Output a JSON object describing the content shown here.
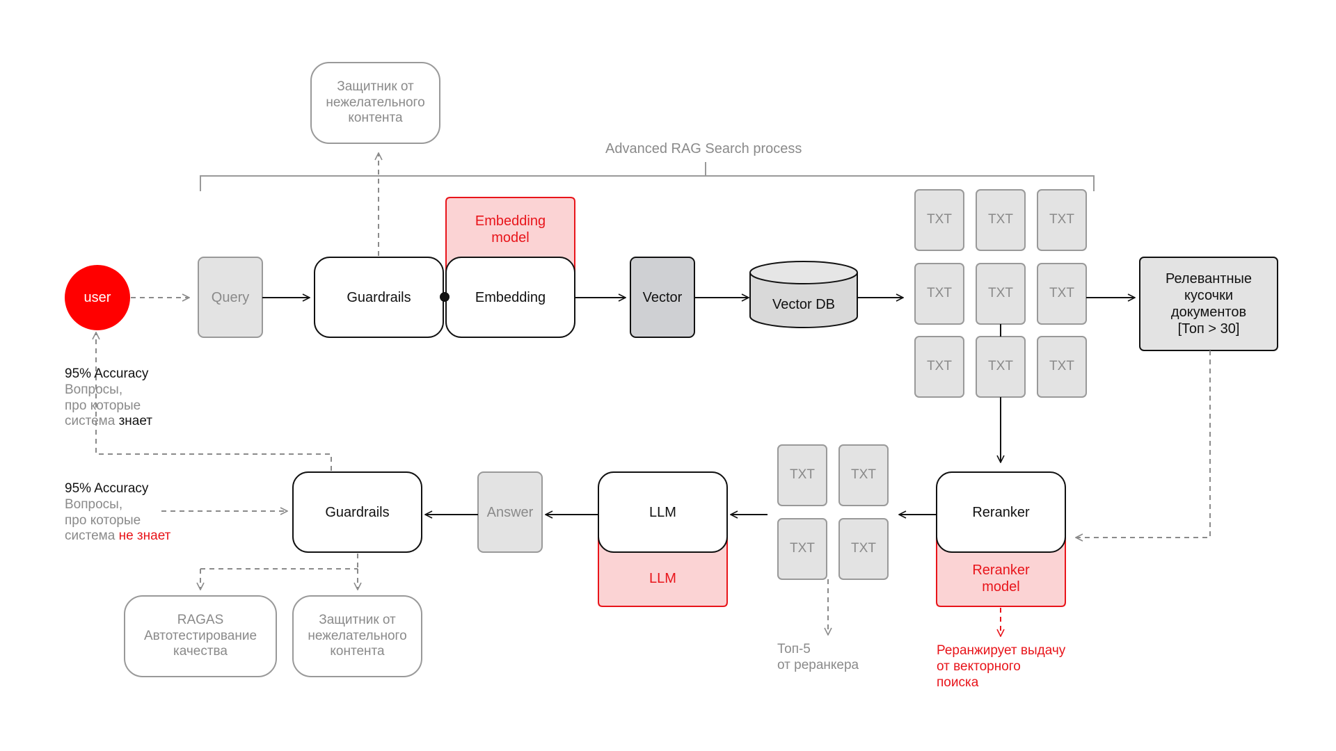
{
  "colors": {
    "accent_red": "#e8141a",
    "pink_fill": "#fbd3d4",
    "gray_fill": "#e3e3e3",
    "dark_gray_fill": "#cfd0d3",
    "stroke_black": "#111111",
    "stroke_gray": "#999999"
  },
  "header": {
    "title": "Advanced RAG Search process"
  },
  "nodes": {
    "user": "user",
    "query": "Query",
    "guardrails_top": "Guardrails",
    "embedding_model": [
      "Embedding",
      "model"
    ],
    "embedding": "Embedding",
    "vector": "Vector",
    "vector_db": "Vector DB",
    "defender_top": [
      "Защитник от",
      "нежелательного",
      "контента"
    ],
    "relevant_chunks": [
      "Релевантные",
      "кусочки",
      "документов",
      "[Топ > 30]"
    ],
    "reranker": "Reranker",
    "reranker_model": [
      "Reranker",
      "model"
    ],
    "llm": "LLM",
    "llm_model": "LLM",
    "answer": "Answer",
    "guardrails_bottom": "Guardrails",
    "ragas": [
      "RAGAS",
      "Автотестирование",
      "качества"
    ],
    "defender_bottom": [
      "Защитник от",
      "нежелательного",
      "контента"
    ]
  },
  "txt_label": "TXT",
  "notes": {
    "known": {
      "accuracy": "95% Accuracy",
      "line1": "Вопросы,",
      "line2": "про которые",
      "line3_prefix": "система ",
      "line3_emph": "знает"
    },
    "unknown": {
      "accuracy": "95% Accuracy",
      "line1": "Вопросы,",
      "line2": "про которые",
      "line3_prefix": "система ",
      "line3_emph": "не знает"
    },
    "top5": [
      "Топ-5",
      "от реранкера"
    ],
    "rerank_note": [
      "Реранжирует выдачу",
      "от векторного",
      "поиска"
    ]
  }
}
